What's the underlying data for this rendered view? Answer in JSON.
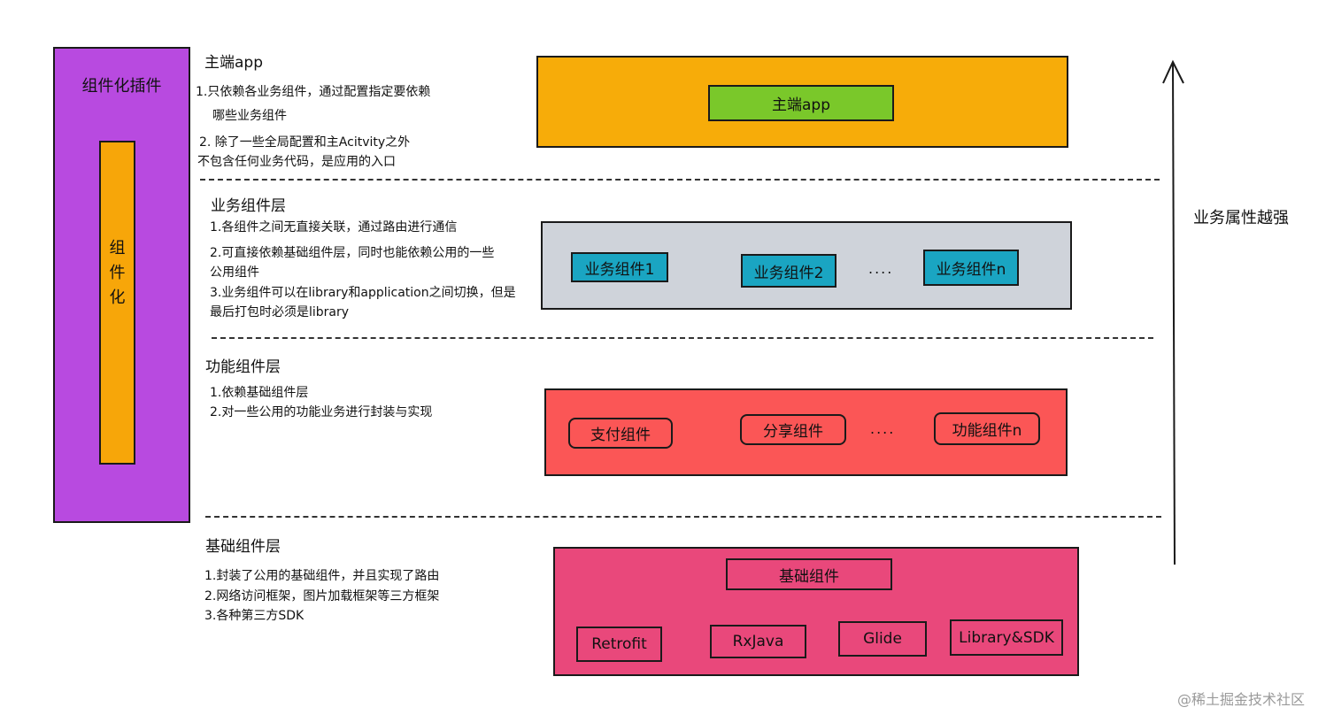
{
  "plugin": {
    "title": "组件化插件",
    "inner_label": [
      "组",
      "件",
      "化"
    ],
    "colors": {
      "outer": "#b84ae0",
      "inner": "#f7a609"
    }
  },
  "layers": {
    "app": {
      "heading": "主端app",
      "notes": [
        "1.只依赖各业务组件，通过配置指定要依赖",
        "哪些业务组件",
        "2. 除了一些全局配置和主Acitvity之外",
        "不包含任何业务代码，是应用的入口"
      ],
      "inner": "主端app",
      "colors": {
        "box": "#f7ac09",
        "inner": "#7ac82a"
      }
    },
    "business": {
      "heading": "业务组件层",
      "notes": [
        "1.各组件之间无直接关联，通过路由进行通信",
        "2.可直接依赖基础组件层，同时也能依赖公用的一些",
        "公用组件",
        "3.业务组件可以在library和application之间切换，但是",
        "最后打包时必须是library"
      ],
      "items": [
        "业务组件1",
        "业务组件2",
        "业务组件n"
      ],
      "ellipsis": "....",
      "colors": {
        "box": "#cfd3da",
        "item": "#1aa5c2"
      }
    },
    "function": {
      "heading": "功能组件层",
      "notes": [
        "1.依赖基础组件层",
        "2.对一些公用的功能业务进行封装与实现"
      ],
      "items": [
        "支付组件",
        "分享组件",
        "功能组件n"
      ],
      "ellipsis": "....",
      "colors": {
        "box": "#fb5656"
      }
    },
    "base": {
      "heading": "基础组件层",
      "notes": [
        "1.封装了公用的基础组件，并且实现了路由",
        "2.网络访问框架，图片加载框架等三方框架",
        "3.各种第三方SDK"
      ],
      "inner": "基础组件",
      "items": [
        "Retrofit",
        "RxJava",
        "Glide",
        "Library&SDK"
      ],
      "colors": {
        "box": "#e9487b"
      }
    }
  },
  "arrow_label": "业务属性越强",
  "watermark": "@稀土掘金技术社区"
}
